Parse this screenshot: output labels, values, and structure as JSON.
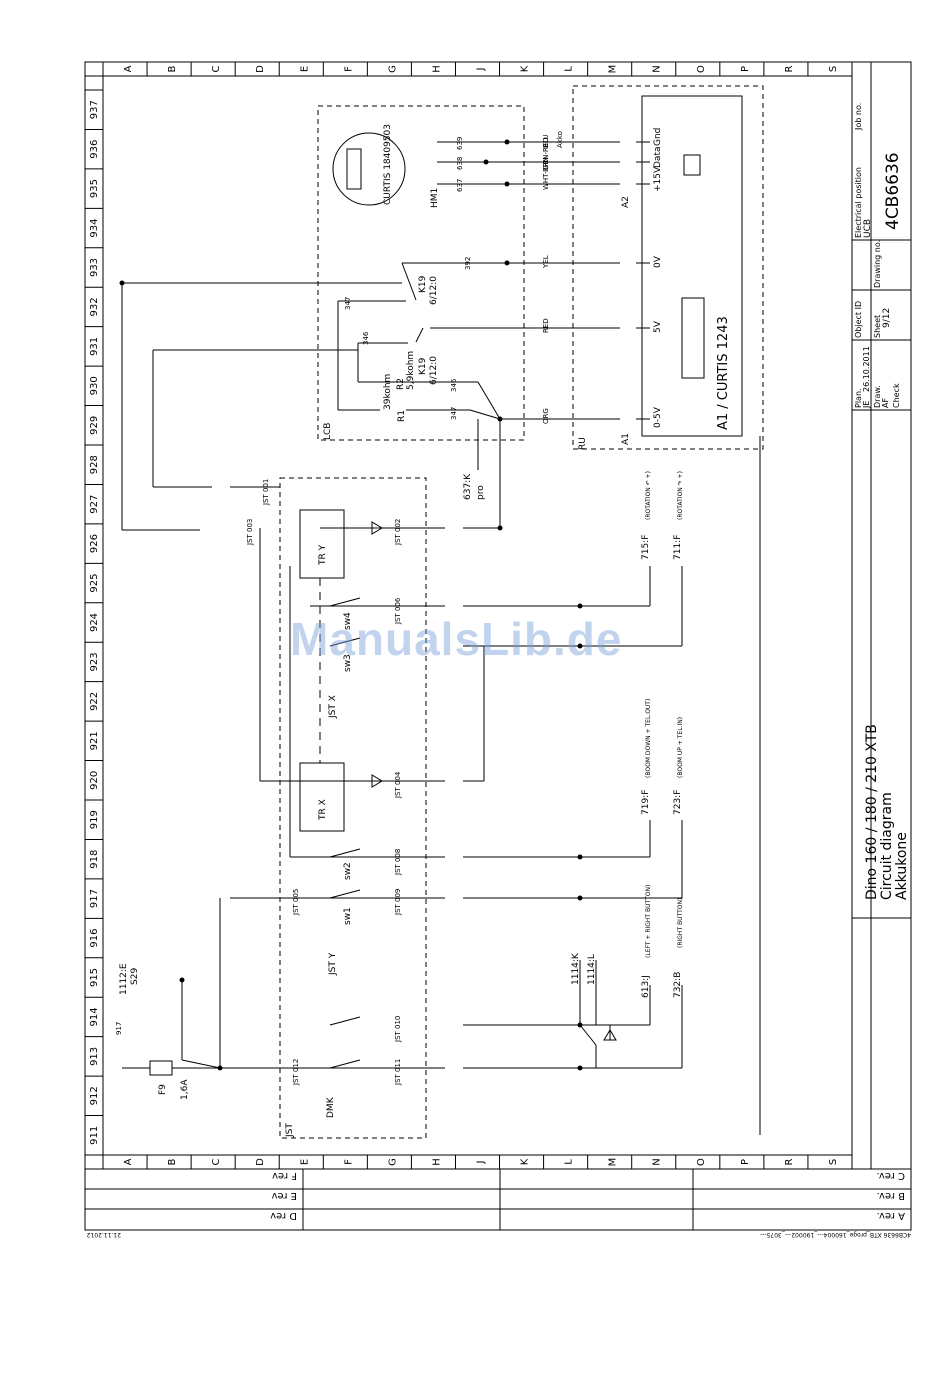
{
  "grid": {
    "letters": [
      "A",
      "B",
      "C",
      "D",
      "E",
      "F",
      "G",
      "H",
      "J",
      "K",
      "L",
      "M",
      "N",
      "O",
      "P",
      "R",
      "S"
    ],
    "numbers": [
      "937",
      "936",
      "935",
      "934",
      "933",
      "932",
      "931",
      "930",
      "929",
      "928",
      "927",
      "926",
      "925",
      "924",
      "923",
      "922",
      "921",
      "920",
      "919",
      "918",
      "917",
      "916",
      "915",
      "914",
      "913",
      "912",
      "911"
    ]
  },
  "title_block": {
    "drawing_no": "4CB6636",
    "title_line1": "Dino 160 / 180 / 210  XTB",
    "title_line2": "Circuit diagram",
    "title_line3": "Akkukone",
    "job_no_label": "Job no.",
    "elec_pos_label": "Electrical position",
    "elec_pos_value": "UCB",
    "drawing_no_label": "Drawing no.",
    "object_id_label": "Object ID",
    "sheet_label": "Sheet",
    "sheet_value": "9/12",
    "plan_label": "Plan.",
    "plan_value": "JE",
    "date_value": "26.10.2011",
    "draw_label": "Draw.",
    "draw_value": "AF",
    "check_label": "Check",
    "rev_c": "C rev.",
    "rev_b": "B rev.",
    "rev_a": "A rev.",
    "rev_f": "F rev",
    "rev_e": "E rev",
    "rev_d": "D rev"
  },
  "footer": {
    "file_path": "4CB6636 XTB_proge_160004---_190002---_3075---",
    "date_stamp": "21.11.2012"
  },
  "components": {
    "curtis_display": "CURTIS\n18409503",
    "hm1": "HM1",
    "a1_label": "A1 / CURTIS 1243",
    "a2": "A2",
    "a1": "A1",
    "lcb": "LCB",
    "ru": "RU",
    "jst": "JST",
    "k19_a": "K19",
    "k19_a_ref": "6/12:0",
    "k19_b": "K19",
    "k19_b_ref": "6/12:0",
    "r2": "R2",
    "r2_val": "5,9kohm",
    "r1": "R1",
    "r1_val": "39kohm",
    "f9": "F9",
    "f9_val": "1,6A",
    "s29": "S29",
    "s29_ref": "1112:E",
    "tr_y": "TR Y",
    "tr_x": "TR X",
    "jst_x": "JST X",
    "jst_y": "JST Y",
    "dmk": "DMK",
    "sw1": "sw1",
    "sw2": "sw2",
    "sw3": "sw3",
    "sw4": "sw4"
  },
  "controller_pins": {
    "gnd": "Gnd",
    "data": "Data",
    "p15v": "+15V",
    "ov": "0V",
    "p5v": "5V",
    "ana": "0-5V"
  },
  "wires": {
    "blu": "BLU",
    "grn_red": "GRN-RED",
    "wht_brn": "WHT-BRN",
    "yel": "YEL",
    "red": "RED",
    "org": "ORG",
    "akko": "Akko"
  },
  "cross_refs": {
    "r637": "637:K",
    "r715": "715:F",
    "r711": "711:F",
    "r719": "719:F",
    "r723": "723:F",
    "r1114k": "1114:K",
    "r1114l": "1114:L",
    "r613": "613:J",
    "r732": "732:B",
    "rot_ccw": "(ROTATION ↶ +)",
    "rot_cw": "(ROTATION ↷ +)",
    "boom_down": "(BOOM DOWN + TEL.OUT)",
    "boom_up": "(BOOM UP + TEL.IN)",
    "left_right": "(LEFT + RIGHT BUTTON)",
    "right_btn": "(RIGHT BUTTON)"
  },
  "wire_numbers": {
    "w639": "639",
    "w638": "638",
    "w637": "637",
    "w392": "392",
    "w347a": "347",
    "w346a": "346",
    "w346b": "346",
    "w347b": "347",
    "w917": "917",
    "wjst001": "JST 001",
    "wjst003": "JST 003",
    "wjst002": "JST 002",
    "wjst006": "JST 006",
    "wjst004": "JST 004",
    "wjst008": "JST 008",
    "wjst005": "JST 005",
    "wjst009": "JST 009",
    "wjst010": "JST 010",
    "wjst012": "JST 012",
    "wjst011": "JST 011",
    "pro": "pro"
  }
}
